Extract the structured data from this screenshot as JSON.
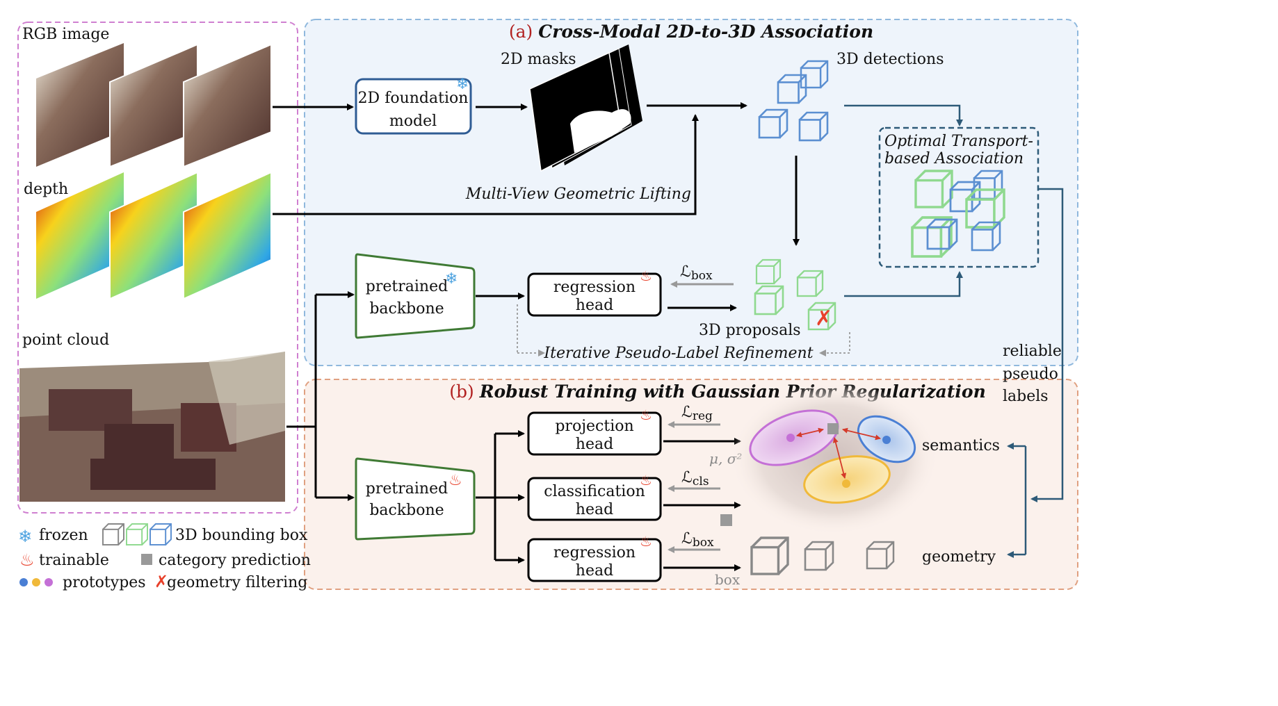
{
  "input_panel": {
    "rgb_label": "RGB image",
    "depth_label": "depth",
    "pointcloud_label": "point cloud"
  },
  "legend": {
    "frozen": "frozen",
    "trainable": "trainable",
    "prototypes": "prototypes",
    "bbox": "3D bounding box",
    "category": "category prediction",
    "filter": "geometry filtering",
    "filter_mark": "✗"
  },
  "section_a": {
    "letter": "(a)",
    "title": "Cross-Modal 2D-to-3D Association",
    "foundation_line1": "2D foundation",
    "foundation_line2": "model",
    "masks_label": "2D masks",
    "detections_label": "3D detections",
    "lifting_label": "Multi-View Geometric Lifting",
    "ot_line1": "Optimal Transport-",
    "ot_line2": "based Association",
    "backbone_line1": "pretrained",
    "backbone_line2": "backbone",
    "reg_line1": "regression",
    "reg_line2": "head",
    "loss_symbol": "ℒ",
    "loss_sub": "box",
    "proposals_label": "3D proposals",
    "refine_label": "Iterative Pseudo-Label Refinement"
  },
  "reliable": {
    "line1": "reliable",
    "line2": "pseudo",
    "line3": "labels"
  },
  "section_b": {
    "letter": "(b)",
    "title": "Robust Training with Gaussian Prior Regularization",
    "backbone_line1": "pretrained",
    "backbone_line2": "backbone",
    "proj_line1": "projection",
    "proj_line2": "head",
    "cls_line1": "classification",
    "cls_line2": "head",
    "reg_line1": "regression",
    "reg_line2": "head",
    "loss_symbol": "ℒ",
    "loss_reg_sub": "reg",
    "loss_cls_sub": "cls",
    "loss_box_sub": "box",
    "mu_sigma": "μ, σ²",
    "box_label": "box",
    "semantics_label": "semantics",
    "geometry_label": "geometry"
  },
  "colors": {
    "pink_border": "#cf7fd0",
    "blue_border": "#8fb8dd",
    "blue_fill": "#eef4fb",
    "orange_border": "#e0a080",
    "orange_fill": "#fbf1ec",
    "title_red": "#b22222",
    "arrow_teal": "#2d5a78",
    "box_blue": "#5b8fd1",
    "box_green": "#8fd98f",
    "box_gray": "#888888",
    "backbone_green": "#3f7a34",
    "foundation_blue": "#2f5c94",
    "proto_blue": "#4a7fd4",
    "proto_yellow": "#f0b93a",
    "proto_purple": "#c470d6"
  }
}
